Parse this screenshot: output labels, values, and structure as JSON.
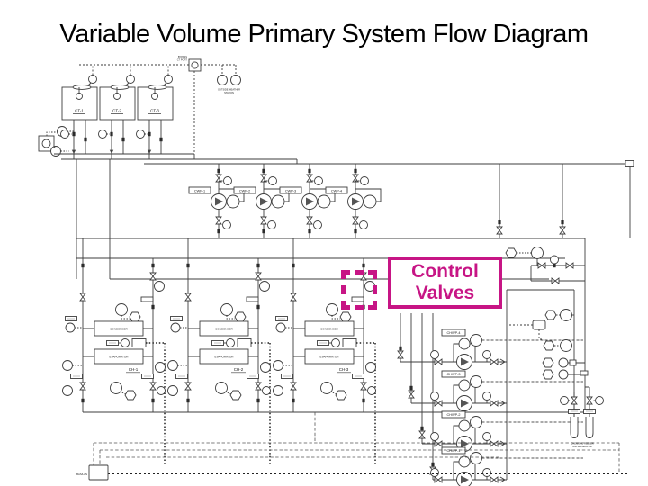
{
  "slide": {
    "title": "Variable Volume Primary System Flow Diagram"
  },
  "colors": {
    "accent": "#C71585",
    "line_gray": "#3d3d3d",
    "background": "#ffffff"
  },
  "callout": {
    "line1": "Control",
    "line2": "Valves"
  },
  "cooling_towers": {
    "items": [
      {
        "label": "CT-1"
      },
      {
        "label": "CT-2"
      },
      {
        "label": "CT-3"
      }
    ]
  },
  "condenser_water_pumps": {
    "items": [
      {
        "label": "CWP-1"
      },
      {
        "label": "CWP-2"
      },
      {
        "label": "CWP-3"
      },
      {
        "label": "CWP-4"
      }
    ]
  },
  "chillers": {
    "condenser_label": "CONDENSER",
    "evaporator_label": "EVAPORATOR",
    "items": [
      {
        "label": "CH-1"
      },
      {
        "label": "CH-2"
      },
      {
        "label": "CH-3"
      }
    ]
  },
  "chilled_water_pumps": {
    "items": [
      {
        "label": "CHWP-4"
      },
      {
        "label": "CHWP-3"
      },
      {
        "label": "CHWP-2"
      },
      {
        "label": "CHWP-1"
      }
    ]
  },
  "annotations": {
    "bypass_line1": "BYPASS",
    "bypass_line2": "CT PORT",
    "weather_line1": "OUTSIDE WEATHER",
    "weather_line2": "STATION",
    "controller_label": "BAS/LAN",
    "feeder_line1": "CHEMICAL FEEDER",
    "feeder_line2": "AIR SEPARATOR"
  }
}
